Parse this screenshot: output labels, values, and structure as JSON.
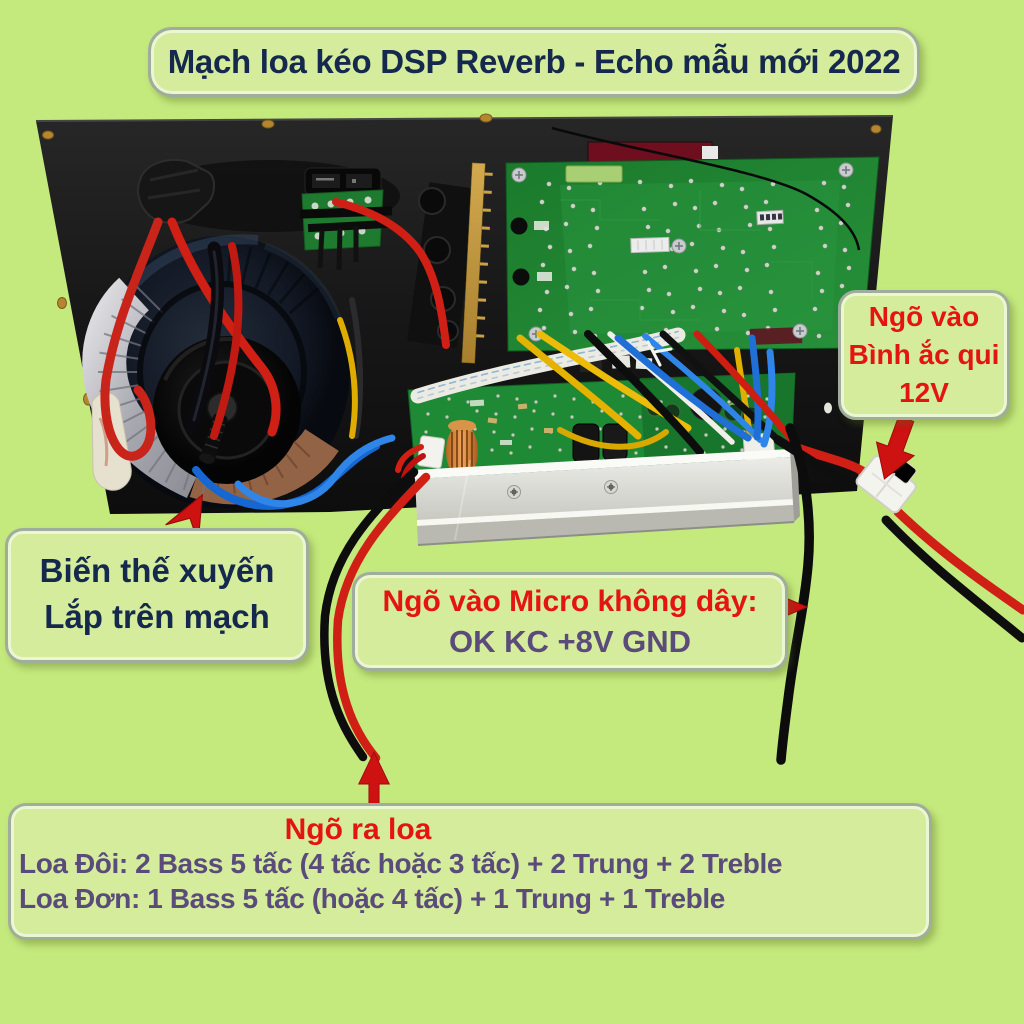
{
  "title": "Mạch loa kéo DSP Reverb - Echo mẫu mới 2022",
  "callouts": {
    "battery": {
      "lines": [
        "Ngõ vào",
        "Bình ắc qui",
        "12V"
      ]
    },
    "transformer": {
      "lines": [
        "Biến thế xuyến",
        "Lắp trên mạch"
      ]
    },
    "micro": {
      "heading": "Ngõ vào Micro không dây:",
      "pins": "OK KC +8V GND"
    },
    "speaker_output": {
      "heading": "Ngõ ra loa",
      "dual": "Loa Đôi: 2 Bass 5 tấc (4 tấc hoặc 3 tấc) + 2 Trung + 2 Treble",
      "single": "Loa Đơn: 1 Bass 5 tấc (hoặc 4 tấc) + 1 Trung + 1 Treble"
    }
  },
  "colors": {
    "background": "#c4e97d",
    "callout_fill": "#d4ec9c",
    "callout_border": "#9fae9c",
    "title_text": "#15284d",
    "red_text": "#e51414",
    "purple_text": "#5a4b7a",
    "arrow_red": "#ce1111",
    "wire_red": "#d01f14",
    "wire_black": "#0d0d0d",
    "wire_yellow": "#e5b200",
    "wire_blue": "#1f6fd6",
    "pcb_green": "#1f8a35",
    "heatsink_silver": "#d9d9d4"
  }
}
